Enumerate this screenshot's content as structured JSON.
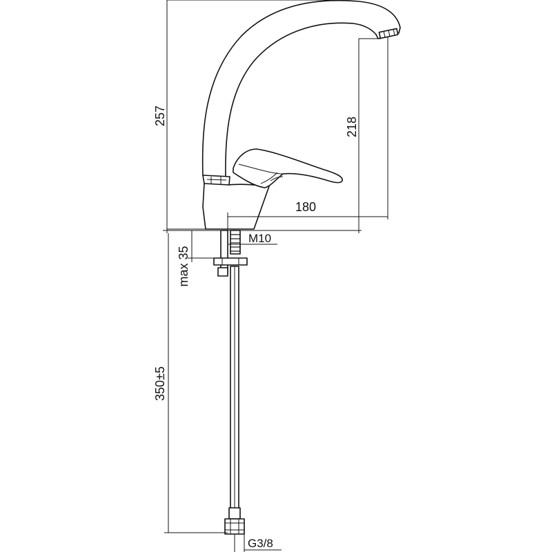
{
  "dimensions": {
    "total_height": "257",
    "spout_height": "218",
    "spout_reach": "180",
    "thread_stud": "M10",
    "max_deck_thickness": "max 35",
    "hose_length": "350±5",
    "hose_connection": "G3/8"
  }
}
